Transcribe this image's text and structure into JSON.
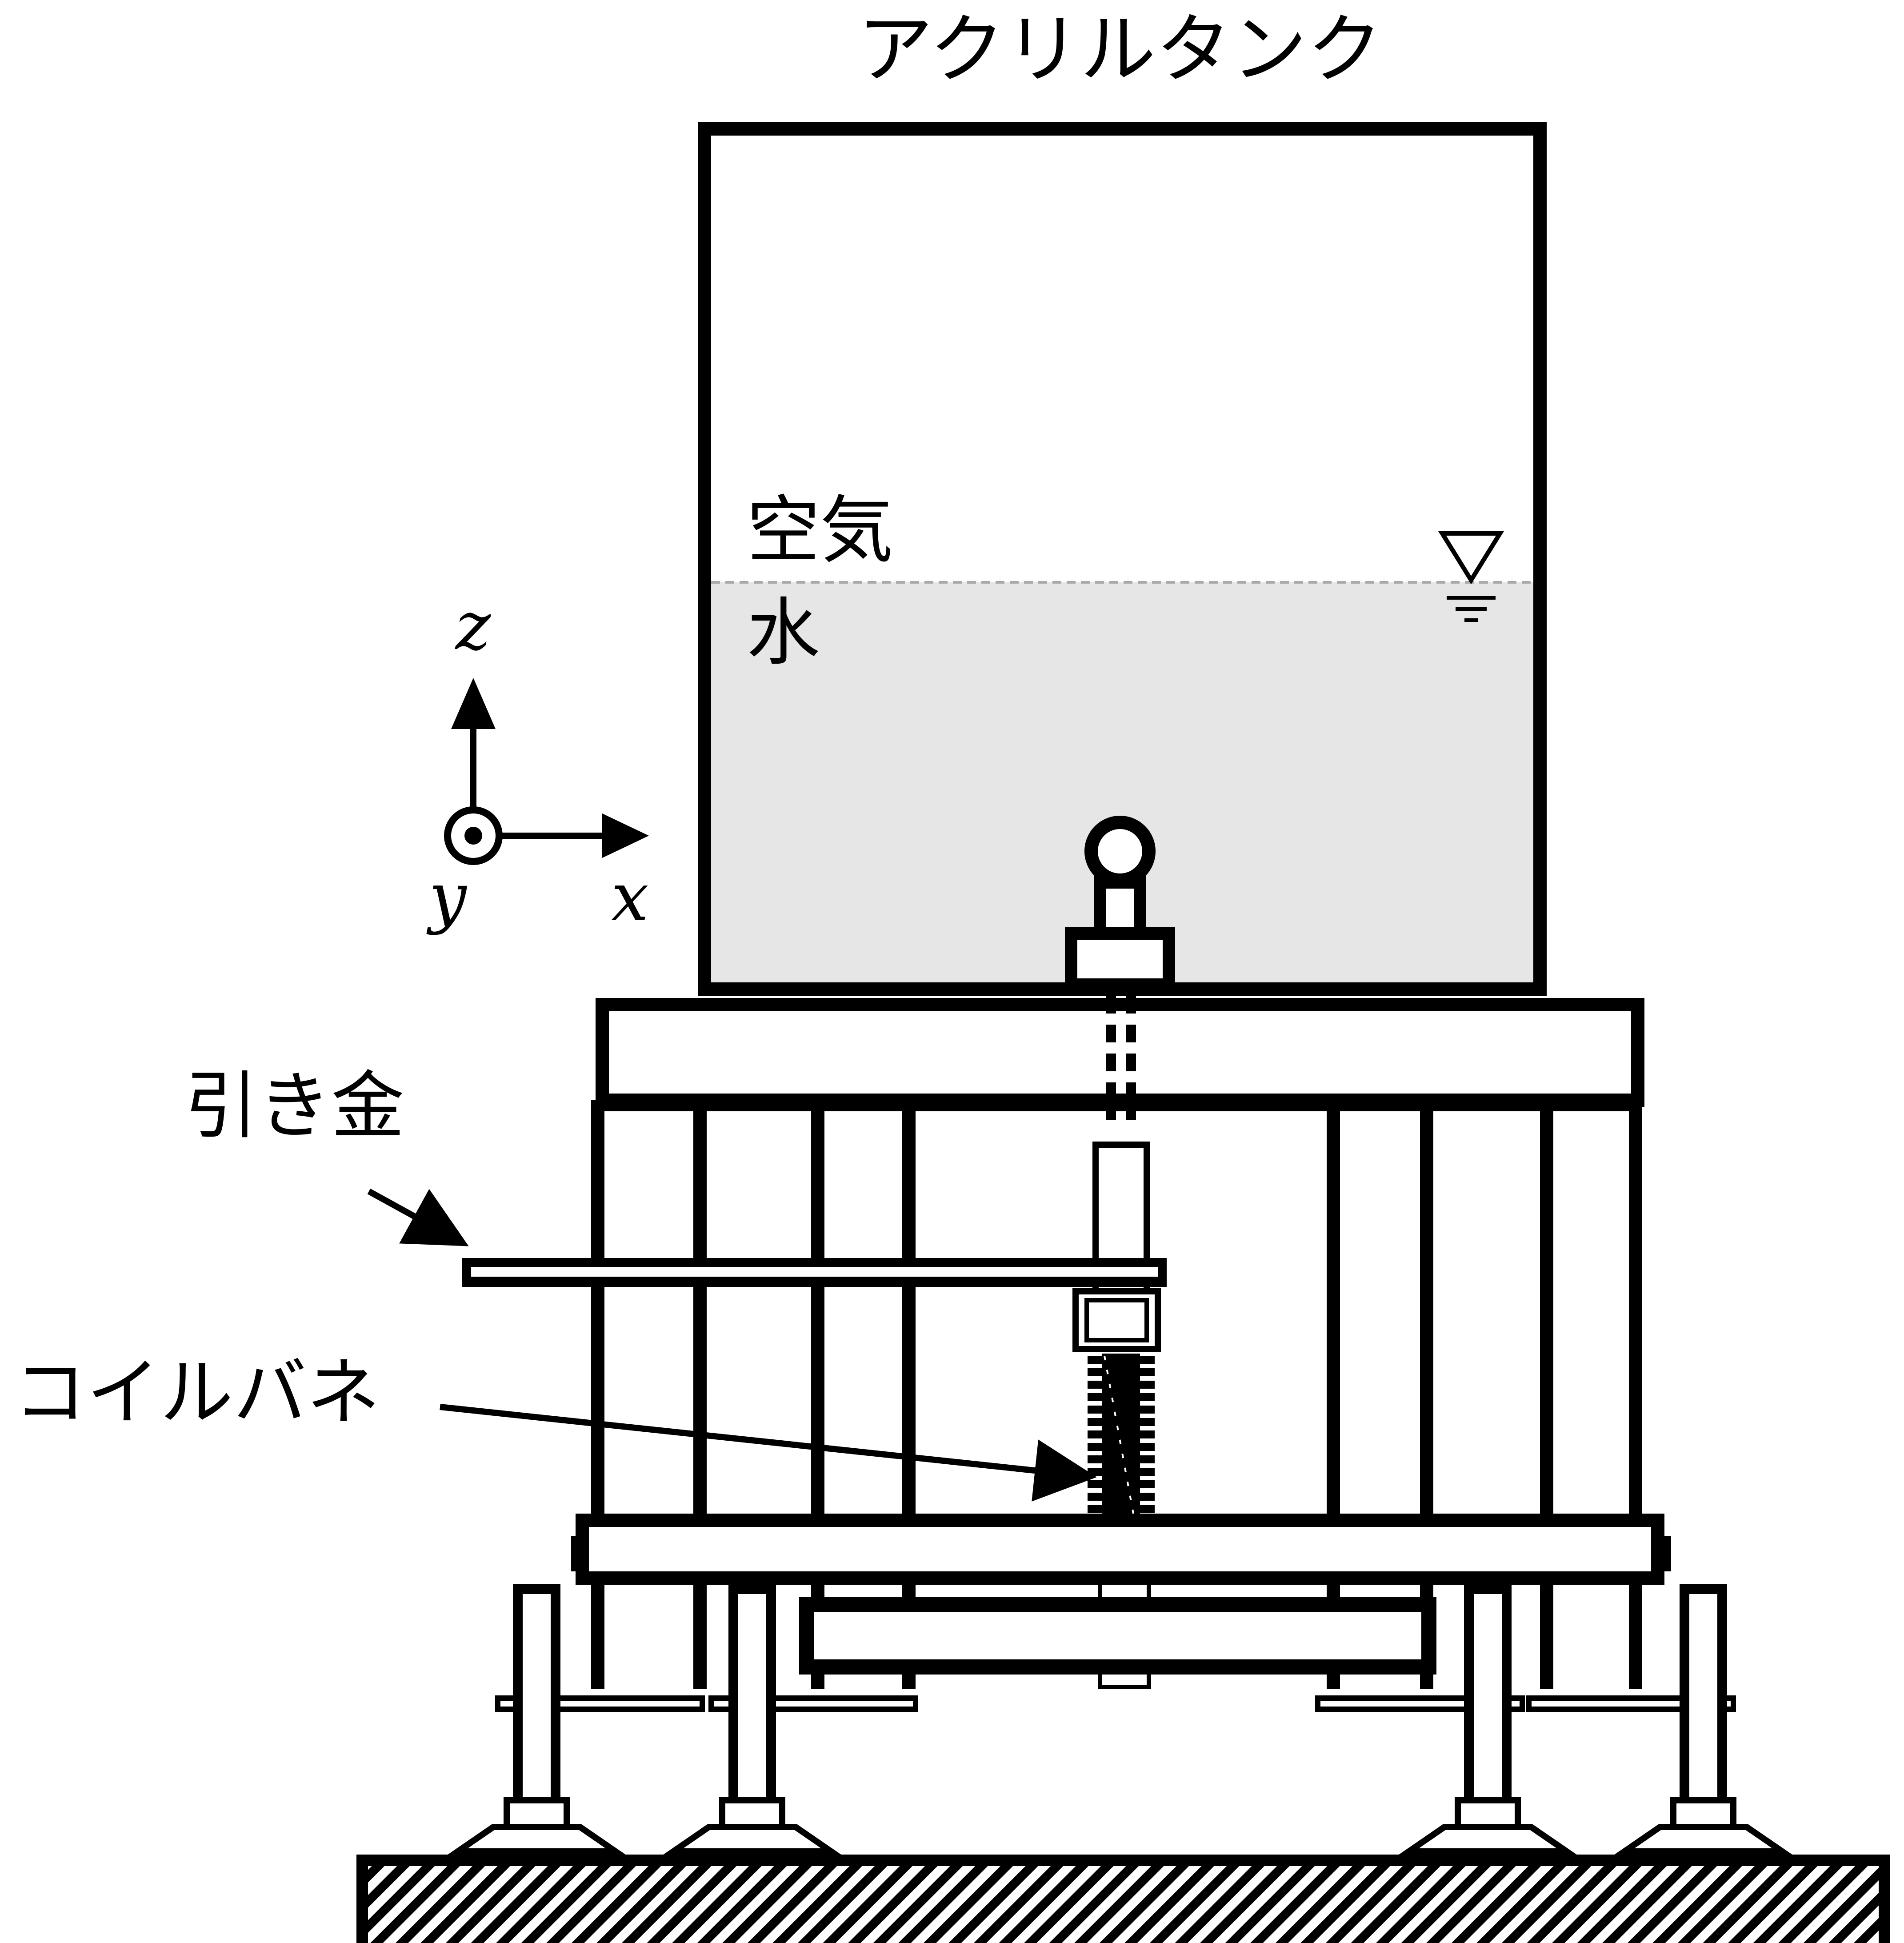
{
  "labels": {
    "tank": "アクリルタンク",
    "air": "空気",
    "water": "水",
    "trigger": "引き金",
    "spring": "コイルバネ"
  },
  "axes": {
    "z": "z",
    "x": "x",
    "y": "y"
  },
  "colors": {
    "water": "#e6e6e6",
    "stroke": "#000000",
    "surface_line": "#aaaaaa"
  }
}
